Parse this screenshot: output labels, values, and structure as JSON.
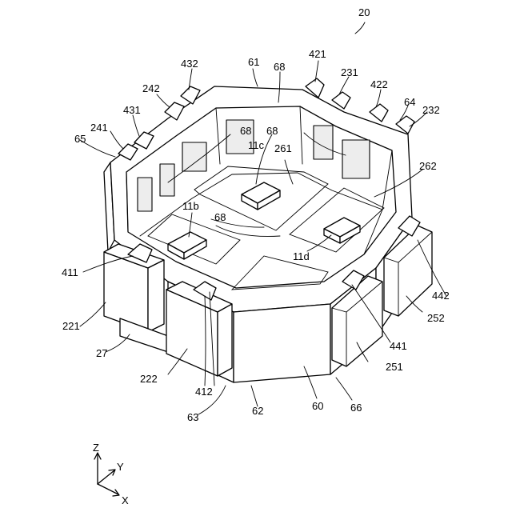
{
  "figure_number": "20",
  "axes": {
    "z": "Z",
    "y": "Y",
    "x": "X"
  },
  "labels": {
    "l61": "61",
    "l68_top": "68",
    "l421": "421",
    "l432": "432",
    "l231": "231",
    "l422": "422",
    "l242": "242",
    "l64": "64",
    "l232": "232",
    "l431": "431",
    "l241": "241",
    "l65": "65",
    "l68_a": "68",
    "l68_b": "68",
    "l11c": "11c",
    "l261": "261",
    "l262": "262",
    "l11b": "11b",
    "l68_c": "68",
    "l11d": "11d",
    "l411": "411",
    "l442": "442",
    "l221": "221",
    "l252": "252",
    "l441": "441",
    "l27": "27",
    "l251": "251",
    "l222": "222",
    "l412": "412",
    "l63": "63",
    "l62": "62",
    "l60": "60",
    "l66": "66"
  }
}
